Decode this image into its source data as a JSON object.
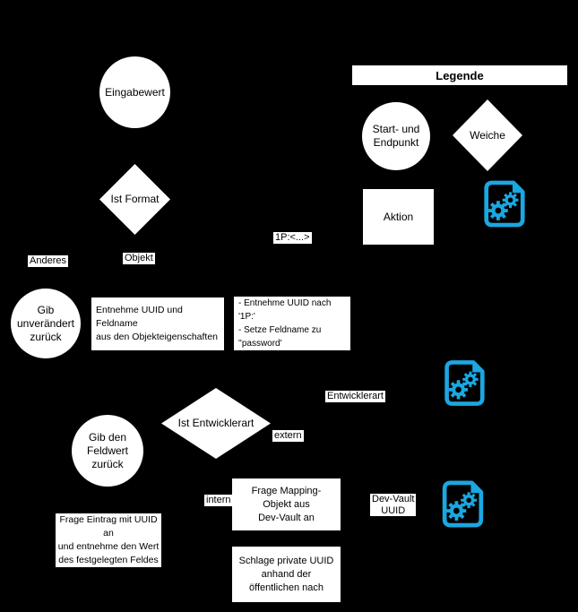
{
  "canvas": {
    "background": "#000000",
    "shape_fill": "#ffffff",
    "text_color": "#000000",
    "accent": "#1BA7E0"
  },
  "legend": {
    "title": "Legende",
    "start_end": {
      "line1": "Start- und",
      "line2": "Endpunkt"
    },
    "weiche": "Weiche",
    "aktion": "Aktion",
    "icon": "gear-file-icon"
  },
  "nodes": {
    "eingabewert": {
      "label": "Eingabewert"
    },
    "ist_format": {
      "label": "Ist Format"
    },
    "gib_unveraendert": {
      "line1": "Gib",
      "line2": "unverändert",
      "line3": "zurück"
    },
    "entnehme_uuid": {
      "line1": "Entnehme UUID und Feldname",
      "line2": "aus den Objekteigenschaften"
    },
    "entnehme_1p": {
      "line1": "- Entnehme UUID nach '1P:'",
      "line2": "- Setze Feldname zu",
      "line3": "''password'"
    },
    "ist_entwicklerart": {
      "label": "Ist Entwicklerart"
    },
    "gib_feldwert": {
      "line1": "Gib den",
      "line2": "Feldwert",
      "line3": "zurück"
    },
    "frage_mapping": {
      "line1": "Frage Mapping-",
      "line2": "Objekt aus",
      "line3": "Dev-Vault an"
    },
    "schlage_private": {
      "line1": "Schlage private UUID",
      "line2": "anhand der",
      "line3": "öffentlichen nach"
    },
    "frage_eintrag": {
      "line1": "Frage Eintrag mit UUID an",
      "line2": "und entnehme den Wert",
      "line3": "des festgelegten Feldes"
    }
  },
  "edge_labels": {
    "anderes": "Anderes",
    "objekt": "Objekt",
    "one_password_format": "1P:<...>",
    "entwicklerart": "Entwicklerart",
    "extern": "extern",
    "intern": "intern",
    "devvault": {
      "line1": "Dev-Vault",
      "line2": "UUID"
    }
  }
}
